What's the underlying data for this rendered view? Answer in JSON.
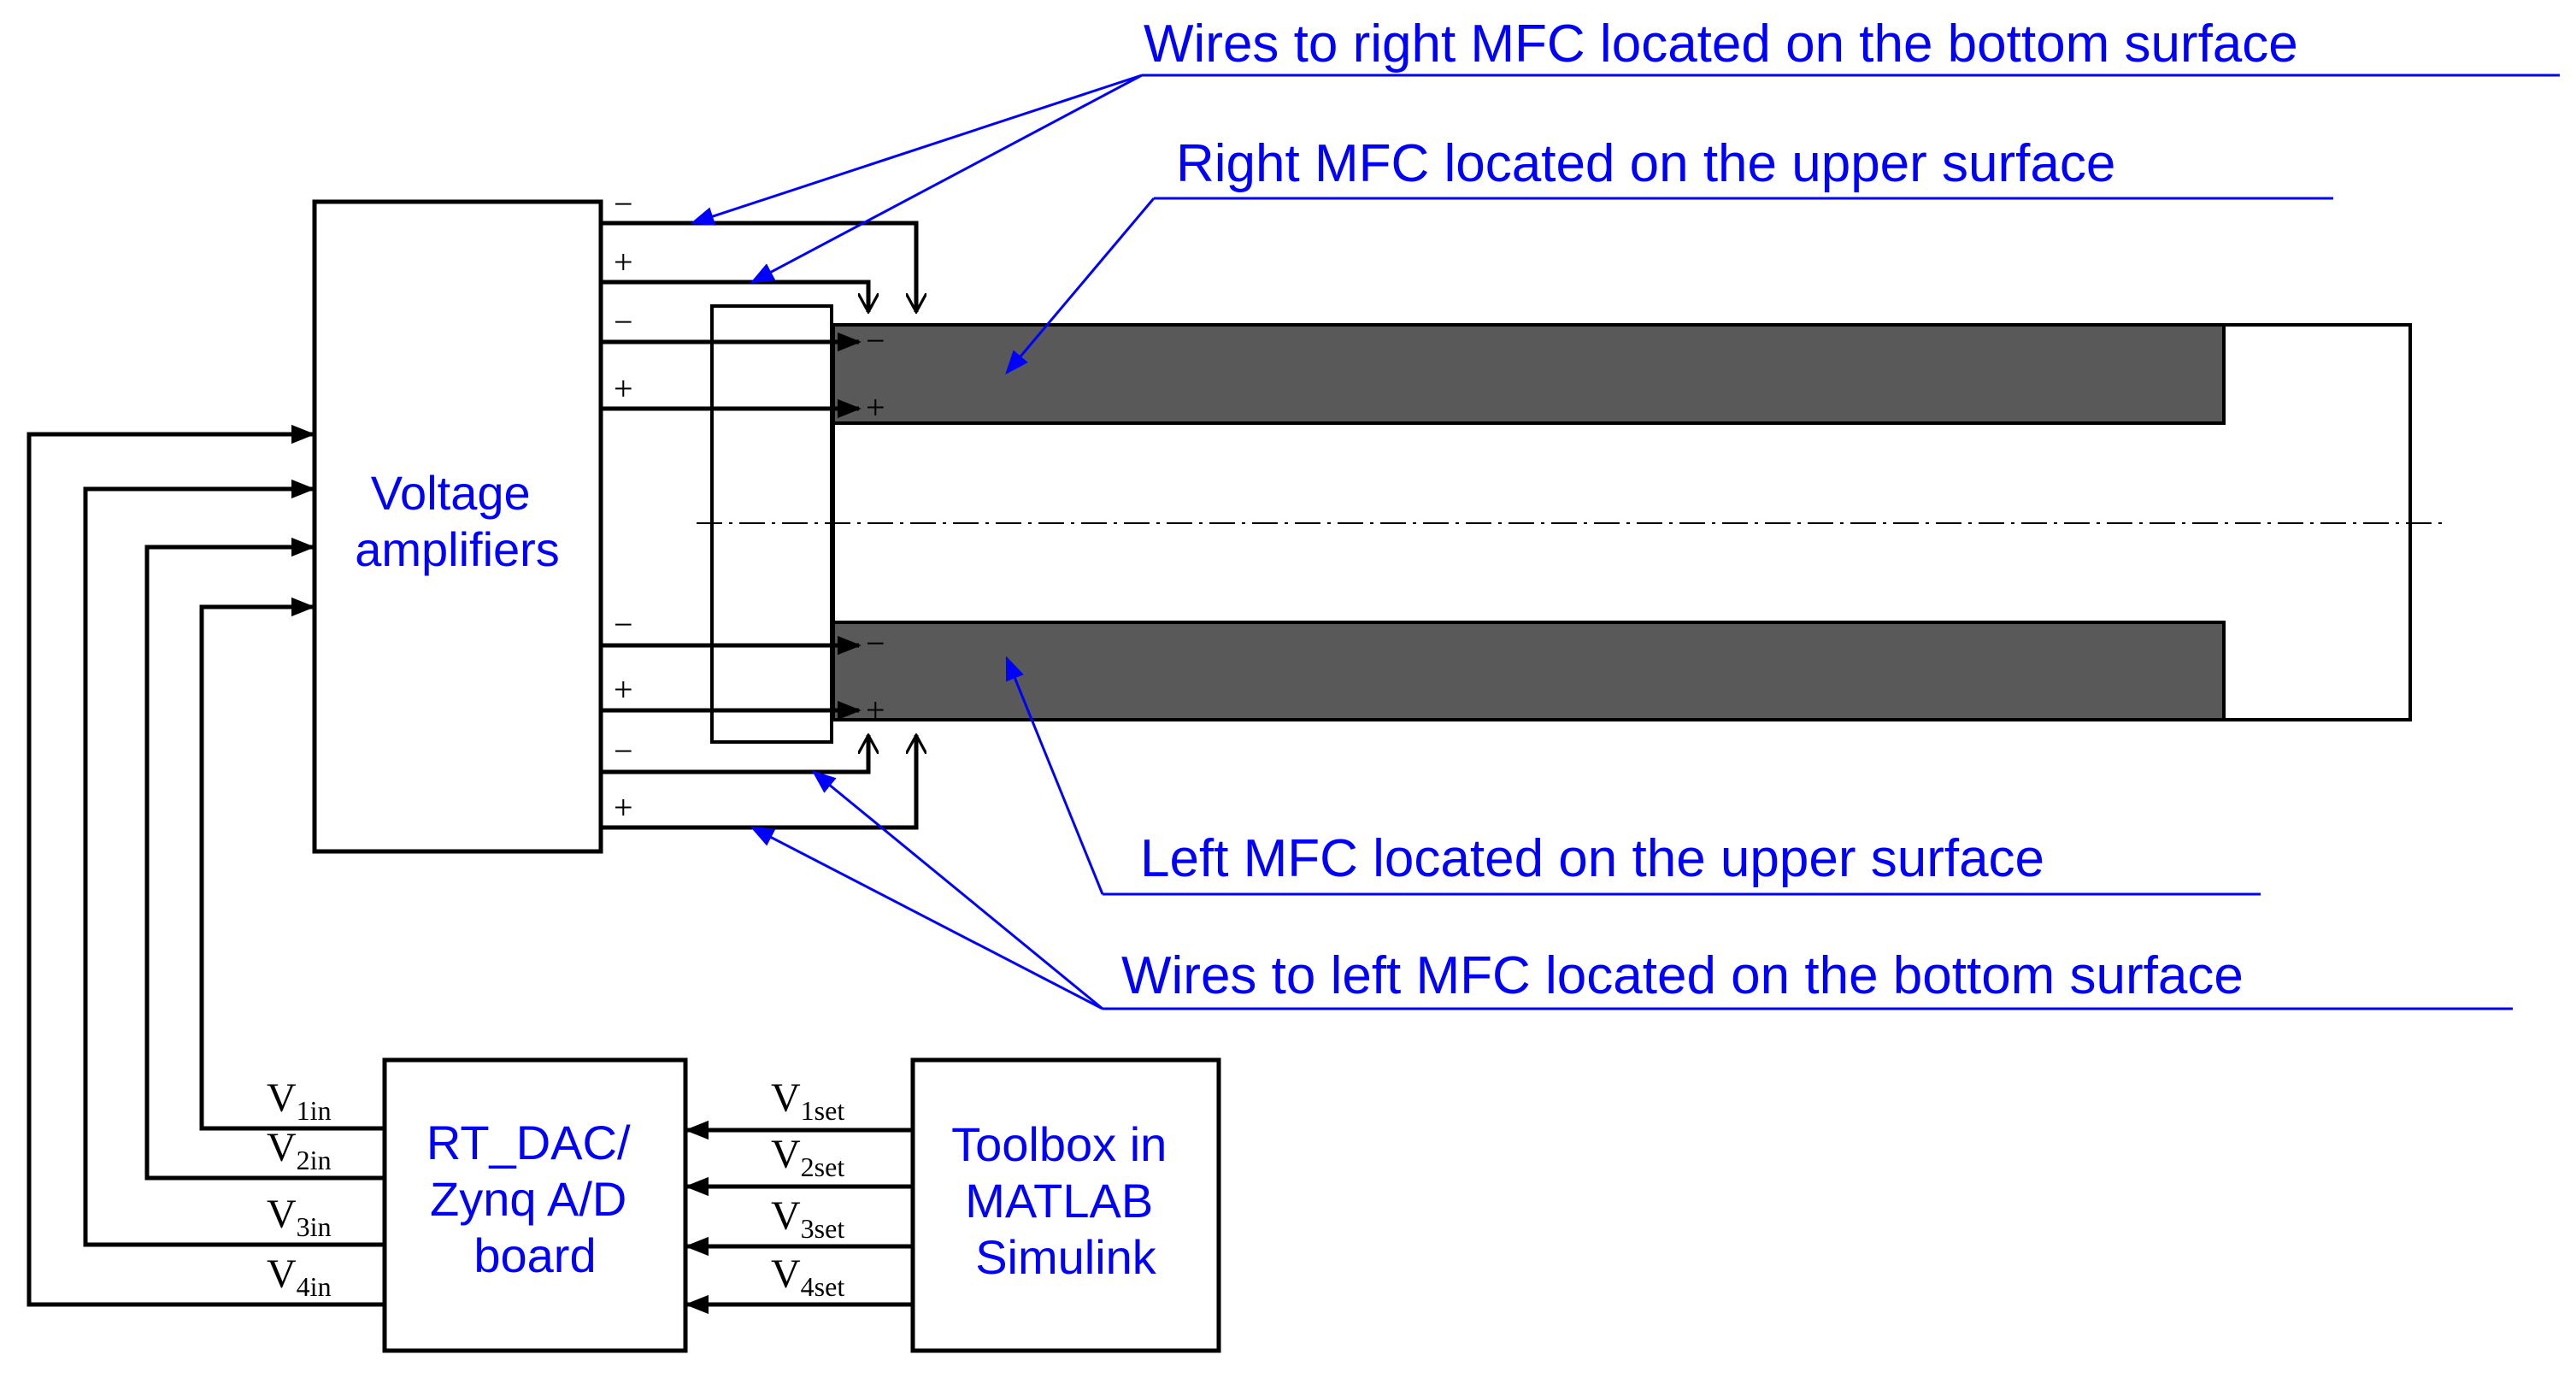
{
  "colors": {
    "line": "#000000",
    "annotation": "#0000ff",
    "mfc_fill": "#595959",
    "background": "#ffffff"
  },
  "blocks": {
    "amplifiers": [
      "Voltage",
      "amplifiers"
    ],
    "dac": [
      "RT_DAC/",
      "Zynq A/D",
      "board"
    ],
    "toolbox": [
      "Toolbox in",
      "MATLAB",
      "Simulink"
    ]
  },
  "annotations": {
    "wires_right": "Wires to right MFC located on the bottom surface",
    "right_mfc": "Right MFC located on the upper surface",
    "left_mfc": "Left MFC located on the upper surface",
    "wires_left": "Wires to left MFC located on the bottom surface"
  },
  "signs": {
    "minus": "−",
    "plus": "+"
  },
  "signals": {
    "inputs": [
      {
        "main": "V",
        "sub": "1in"
      },
      {
        "main": "V",
        "sub": "2in"
      },
      {
        "main": "V",
        "sub": "3in"
      },
      {
        "main": "V",
        "sub": "4in"
      }
    ],
    "setpoints": [
      {
        "main": "V",
        "sub": "1set"
      },
      {
        "main": "V",
        "sub": "2set"
      },
      {
        "main": "V",
        "sub": "3set"
      },
      {
        "main": "V",
        "sub": "4set"
      }
    ]
  }
}
